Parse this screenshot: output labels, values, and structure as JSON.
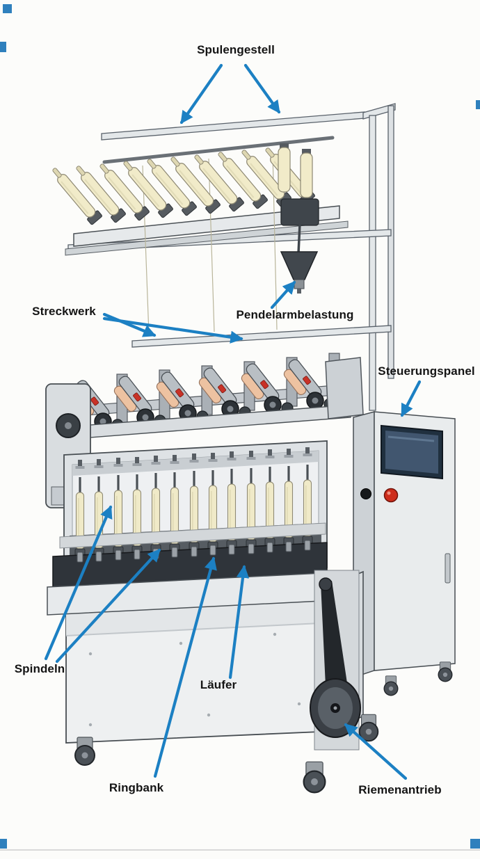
{
  "labels": {
    "spulengestell": "Spulengestell",
    "streckwerk": "Streckwerk",
    "pendelarmbelastung": "Pendelarmbelastung",
    "steuerungspanel": "Steuerungspanel",
    "spindeln": "Spindeln",
    "laeufer": "Läufer",
    "ringbank": "Ringbank",
    "riemenantrieb": "Riemenantrieb"
  },
  "colors": {
    "arrow": "#1c80c3",
    "corner_marker": "#2f80bd",
    "bobbin_cream": "#f1ebc9",
    "top_roller_salmon": "#edc2a1",
    "machine_light": "#eef0f2",
    "machine_mid": "#c9ced3",
    "machine_dark": "#3a4045",
    "button_red": "#ce2d1c",
    "button_black": "#17191b",
    "screen_navy": "#20303f"
  }
}
